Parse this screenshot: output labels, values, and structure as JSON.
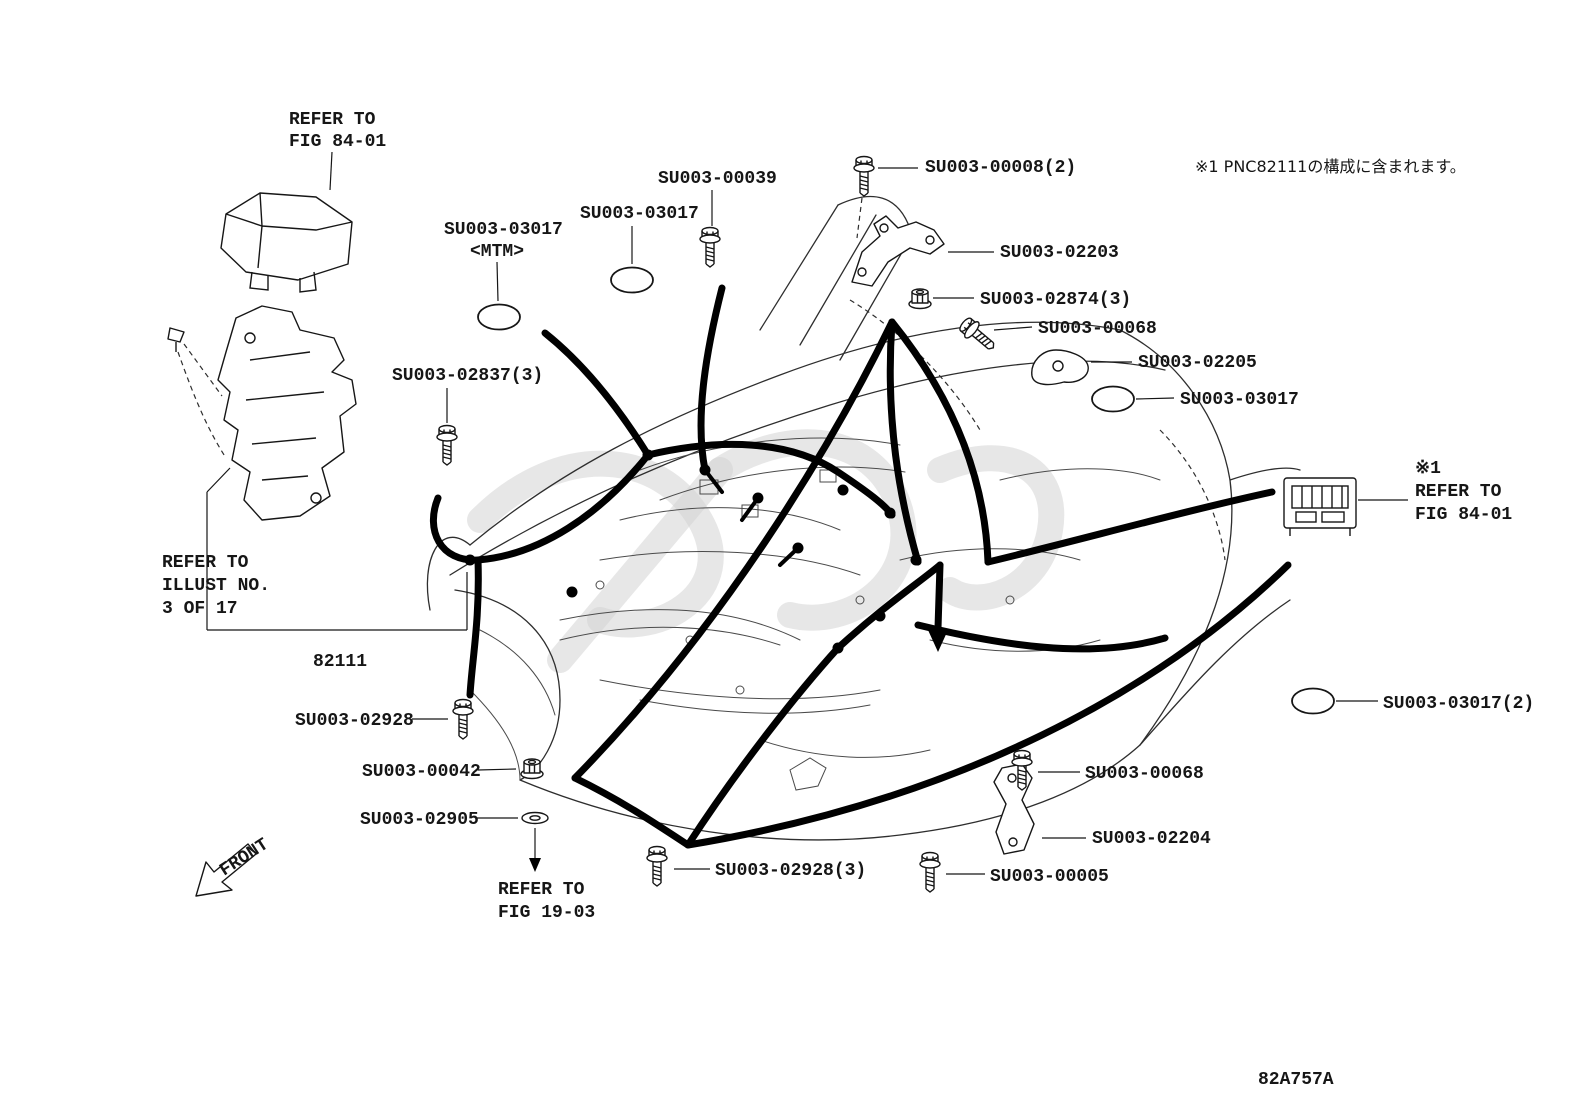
{
  "doc": {
    "drawing_number": "82A757A",
    "note_ja": "※1 PNC82111の構成に含まれます。",
    "front_label": "FRONT",
    "main_part_number": "82111"
  },
  "refs": {
    "top_fig": {
      "l1": "REFER TO",
      "l2": "FIG 84-01"
    },
    "right_fig": {
      "l1": "※1",
      "l2": "REFER TO",
      "l3": "FIG 84-01"
    },
    "illust": {
      "l1": "REFER TO",
      "l2": "ILLUST NO.",
      "l3": "3 OF 17"
    },
    "bottom_fig": {
      "l1": "REFER TO",
      "l2": "FIG 19-03"
    }
  },
  "parts": {
    "p00039": "SU003-00039",
    "p03017_top": "SU003-03017",
    "p03017_mtm_l1": "SU003-03017",
    "p03017_mtm_l2": "<MTM>",
    "p00008": "SU003-00008(2)",
    "p02203": "SU003-02203",
    "p02874": "SU003-02874(3)",
    "p00068_upper": "SU003-00068",
    "p02205": "SU003-02205",
    "p03017_right": "SU003-03017",
    "p02837": "SU003-02837(3)",
    "p03017_far_right": "SU003-03017(2)",
    "p02928_left": "SU003-02928",
    "p00042": "SU003-00042",
    "p02905": "SU003-02905",
    "p02928_bottom": "SU003-02928(3)",
    "p00005": "SU003-00005",
    "p00068_lower": "SU003-00068",
    "p02204": "SU003-02204"
  }
}
